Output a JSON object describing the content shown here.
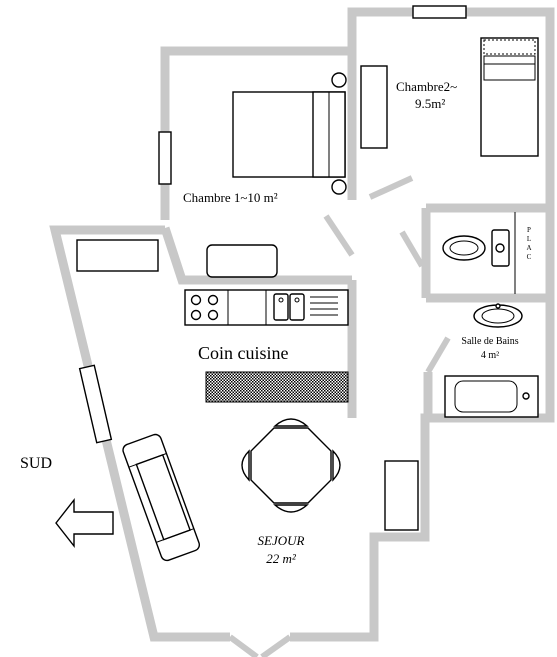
{
  "labels": {
    "bedroom1": "Chambre 1~10 m²",
    "bedroom2_line1": "Chambre2~",
    "bedroom2_line2": "9.5m²",
    "kitchen": "Coin cuisine",
    "bathroom_line1": "Salle de Bains",
    "bathroom_line2": "4 m²",
    "wc_letters": [
      "P",
      "L",
      "A",
      "C"
    ],
    "living_line1": "SEJOUR",
    "living_line2": "22 m²",
    "orientation": "SUD"
  },
  "colors": {
    "wall": "#c8c8c8",
    "line": "#000000",
    "background": "#ffffff"
  },
  "icons": {
    "orientation": "arrow-left-outline-icon"
  }
}
